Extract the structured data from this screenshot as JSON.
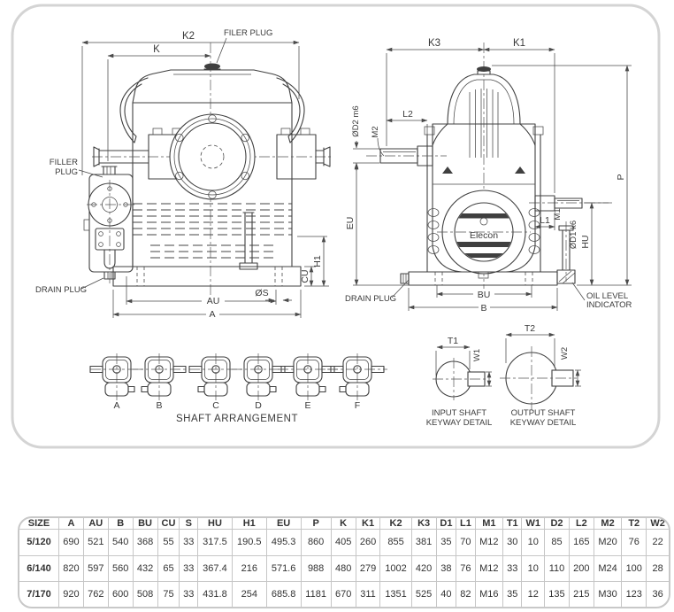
{
  "drawing": {
    "front_view": {
      "dims": {
        "k2": "K2",
        "k": "K",
        "au": "AU",
        "a": "A",
        "os": "ØS",
        "cu": "CU",
        "h1": "H1"
      },
      "labels": {
        "filer_plug": "FILER PLUG",
        "filler_line1": "FILLER",
        "filler_line2": "PLUG",
        "drain_plug": "DRAIN PLUG"
      }
    },
    "side_view": {
      "dims": {
        "k3": "K3",
        "k1": "K1",
        "p": "P",
        "l2": "L2",
        "m2": "M2",
        "od2": "ØD2 m6",
        "eu": "EU",
        "m1": "M1",
        "l1": "L1",
        "od1": "ØD1 k6",
        "hu": "HU",
        "bu": "BU",
        "b": "B"
      },
      "labels": {
        "drain_plug": "DRAIN PLUG",
        "oil_line1": "OIL LEVEL",
        "oil_line2": "INDICATOR",
        "brand": "Elecon"
      }
    },
    "shaft_arrangement": {
      "title": "SHAFT ARRANGEMENT",
      "variants": [
        "A",
        "B",
        "C",
        "D",
        "E",
        "F"
      ]
    },
    "keyway": {
      "input": {
        "t": "T1",
        "w": "W1",
        "caption1": "INPUT SHAFT",
        "caption2": "KEYWAY DETAIL"
      },
      "output": {
        "t": "T2",
        "w": "W2",
        "caption1": "OUTPUT SHAFT",
        "caption2": "KEYWAY DETAIL"
      }
    }
  },
  "table": {
    "headers": [
      "SIZE",
      "A",
      "AU",
      "B",
      "BU",
      "CU",
      "S",
      "HU",
      "H1",
      "EU",
      "P",
      "K",
      "K1",
      "K2",
      "K3",
      "D1",
      "L1",
      "M1",
      "T1",
      "W1",
      "D2",
      "L2",
      "M2",
      "T2",
      "W2"
    ],
    "rows": [
      [
        "5/120",
        "690",
        "521",
        "540",
        "368",
        "55",
        "33",
        "317.5",
        "190.5",
        "495.3",
        "860",
        "405",
        "260",
        "855",
        "381",
        "35",
        "70",
        "M12",
        "30",
        "10",
        "85",
        "165",
        "M20",
        "76",
        "22"
      ],
      [
        "6/140",
        "820",
        "597",
        "560",
        "432",
        "65",
        "33",
        "367.4",
        "216",
        "571.6",
        "988",
        "480",
        "279",
        "1002",
        "420",
        "38",
        "76",
        "M12",
        "33",
        "10",
        "110",
        "200",
        "M24",
        "100",
        "28"
      ],
      [
        "7/170",
        "920",
        "762",
        "600",
        "508",
        "75",
        "33",
        "431.8",
        "254",
        "685.8",
        "1181",
        "670",
        "311",
        "1351",
        "525",
        "40",
        "82",
        "M16",
        "35",
        "12",
        "135",
        "215",
        "M30",
        "123",
        "36"
      ]
    ]
  },
  "colors": {
    "line": "#404040",
    "dim": "#4a4a4a",
    "panel_border": "#d4d4d4",
    "table_border": "#c6c6c6",
    "text": "#333333"
  }
}
